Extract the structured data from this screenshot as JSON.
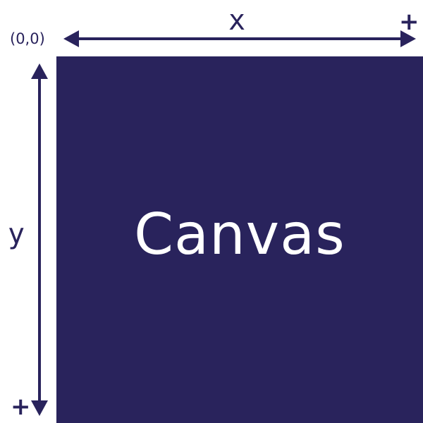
{
  "diagram": {
    "origin_label": "(0,0)",
    "x_axis_label": "x",
    "y_axis_label": "y",
    "x_positive_sign": "+",
    "y_positive_sign": "+",
    "canvas_label": "Canvas"
  },
  "colors": {
    "canvas_fill": "#29235c",
    "axis": "#29235c",
    "text": "#29235c",
    "canvas_text": "#ffffff"
  }
}
